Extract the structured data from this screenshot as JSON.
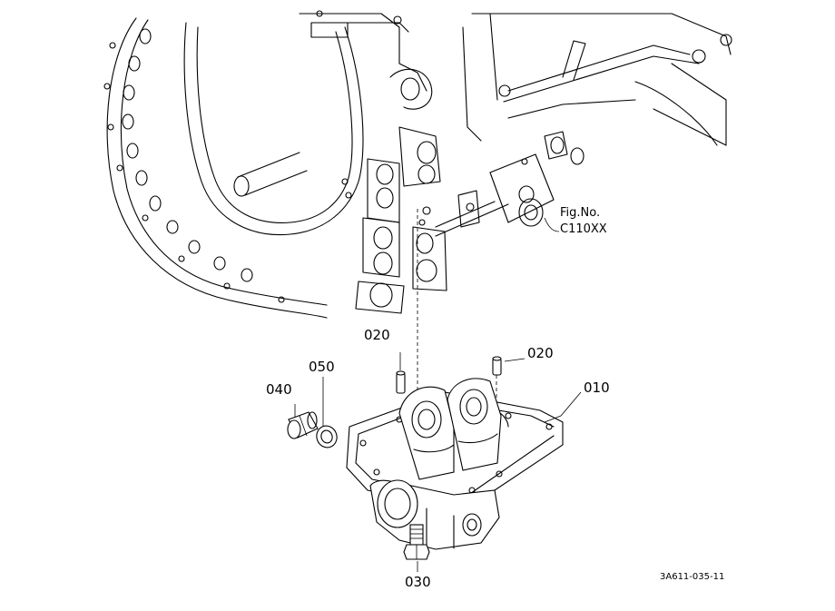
{
  "figure_ref": {
    "line1": "Fig.No.",
    "line2": "C110XX"
  },
  "callouts": {
    "p010": "010",
    "p020a": "020",
    "p020b": "020",
    "p030": "030",
    "p040": "040",
    "p050": "050"
  },
  "drawing_code": "3A611-035-11"
}
